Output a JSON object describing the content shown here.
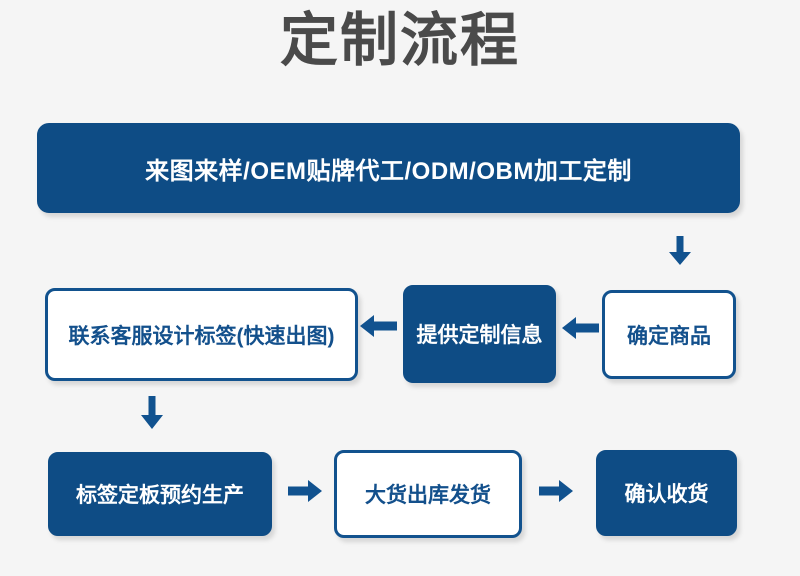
{
  "page": {
    "title": "定制流程",
    "background_color": "#f5f5f5",
    "title_color": "#4a4a4a",
    "accent_color": "#0e4c85",
    "outline_color": "#12528e",
    "outline_text_color": "#13508c"
  },
  "flow": {
    "banner": {
      "label": "来图来样/OEM贴牌代工/ODM/OBM加工定制",
      "style": "filled"
    },
    "steps": [
      {
        "id": "confirm-goods",
        "label": "确定商品",
        "style": "outline",
        "row": 2,
        "order": 1
      },
      {
        "id": "provide-info",
        "label": "提供定制信息",
        "style": "filled",
        "row": 2,
        "order": 2
      },
      {
        "id": "contact-design",
        "label": "联系客服设计标签(快速出图)",
        "style": "outline",
        "row": 2,
        "order": 3
      },
      {
        "id": "label-prod",
        "label": "标签定板预约生产",
        "style": "filled",
        "row": 3,
        "order": 4
      },
      {
        "id": "ship-out",
        "label": "大货出库发货",
        "style": "outline",
        "row": 3,
        "order": 5
      },
      {
        "id": "receive",
        "label": "确认收货",
        "style": "filled",
        "row": 3,
        "order": 6
      }
    ],
    "connectors": [
      {
        "id": "banner-to-confirm-goods",
        "direction": "down",
        "icon": "arrow-down-icon"
      },
      {
        "id": "confirm-goods-to-provide",
        "direction": "left",
        "icon": "arrow-left-icon"
      },
      {
        "id": "provide-to-contact",
        "direction": "left",
        "icon": "arrow-left-icon"
      },
      {
        "id": "contact-to-label-prod",
        "direction": "down",
        "icon": "arrow-down-icon"
      },
      {
        "id": "label-prod-to-ship",
        "direction": "right",
        "icon": "arrow-right-icon"
      },
      {
        "id": "ship-to-receive",
        "direction": "right",
        "icon": "arrow-right-icon"
      }
    ]
  }
}
